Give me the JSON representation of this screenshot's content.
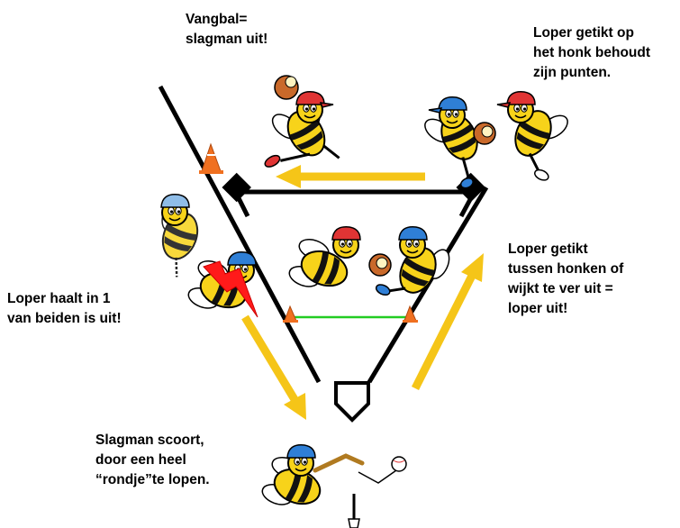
{
  "captions": {
    "catch_out": [
      "Vangbal=",
      "slagman uit!"
    ],
    "tagged_on_base": [
      "Loper getikt op",
      "het honk behoudt",
      "zijn punten."
    ],
    "tagged_between_bases": [
      "Loper getikt",
      "tussen honken of",
      "wijkt te ver uit =",
      "loper uit!"
    ],
    "overtake": [
      "Loper haalt in 1",
      "van beiden is uit!"
    ],
    "home_run": [
      "Slagman scoort,",
      "door een heel",
      "“rondje”te lopen."
    ]
  },
  "colors": {
    "arrow": "#f5c518",
    "field_line": "#000000",
    "pitch_line": "#22cc22",
    "cone": "#f07020",
    "lightning": "#ff1a1a",
    "bee_yellow": "#f7d31a",
    "cap_blue": "#2f7fd6",
    "cap_red": "#e03434",
    "glove": "#c9692a"
  },
  "icons": {
    "bees": [
      "catcher-bee-icon",
      "fielder-bee-icon",
      "runner-bee-icon",
      "batter-bee-icon"
    ],
    "markers": [
      "cone-icon",
      "lightning-icon",
      "base-icon",
      "home-plate-icon",
      "batting-tee-icon",
      "ball-icon"
    ]
  }
}
